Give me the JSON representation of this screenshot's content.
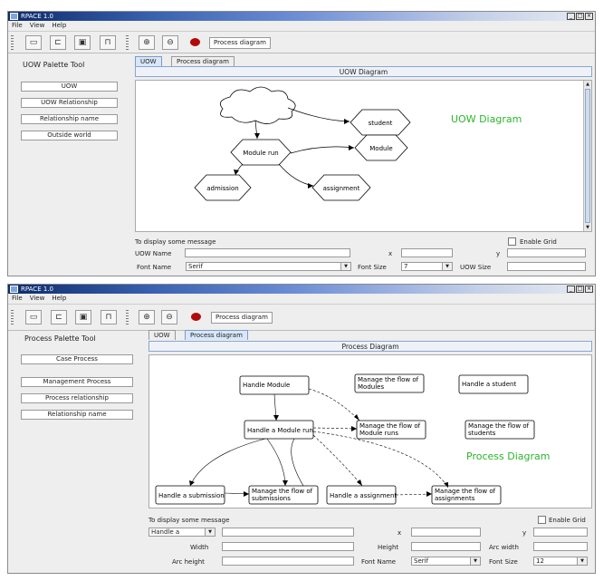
{
  "w1": {
    "title": "RPACE 1.0",
    "menu": [
      "File",
      "View",
      "Help"
    ],
    "toolbar": {
      "process_diagram_label": "Process diagram"
    },
    "palette": {
      "title": "UOW Palette Tool",
      "buttons": [
        "UOW",
        "UOW Relationship",
        "Relationship name",
        "Outside world"
      ]
    },
    "tabs": [
      "UOW",
      "Process diagram"
    ],
    "diagram_title": "UOW Diagram",
    "diagram_caption": "UOW Diagram",
    "nodes": {
      "student": "student",
      "module_run": "Module run",
      "module": "Module",
      "admission": "admission",
      "assignment": "assignment"
    },
    "status": "To display some message",
    "enable_grid": "Enable Grid",
    "uow_name_label": "UOW Name",
    "x_label": "x",
    "y_label": "y",
    "font_name_label": "Font Name",
    "font_name_value": "Serif",
    "font_size_label": "Font Size",
    "font_size_value": "7",
    "uow_size_label": "UOW Size"
  },
  "w2": {
    "title": "RPACE 1.0",
    "menu": [
      "File",
      "View",
      "Help"
    ],
    "toolbar": {
      "process_diagram_label": "Process diagram"
    },
    "palette": {
      "title": "Process Palette Tool",
      "buttons": [
        "Case Process",
        "Management Process",
        "Process relationship",
        "Relationship name"
      ]
    },
    "tabs": [
      "UOW",
      "Process diagram"
    ],
    "diagram_title": "Process Diagram",
    "diagram_caption": "Process Diagram",
    "nodes": {
      "handle_module": "Handle Module",
      "manage_modules": [
        "Manage the flow of",
        "Modules"
      ],
      "handle_student": "Handle a student",
      "handle_module_run": "Handle a Module run",
      "manage_module_runs": [
        "Manage the flow of",
        "Module runs"
      ],
      "manage_students": [
        "Manage the flow of",
        "students"
      ],
      "handle_submission": "Handle a submission",
      "manage_submissions": [
        "Manage the flow of",
        "submissions"
      ],
      "handle_assignment": "Handle a assignment",
      "manage_assignments": [
        "Manage the flow of",
        "assignments"
      ]
    },
    "status": "To display some message",
    "enable_grid": "Enable Grid",
    "combo_value": "Handle a",
    "x_label": "x",
    "y_label": "y",
    "width_label": "Width",
    "height_label": "Height",
    "arc_width_label": "Arc width",
    "arc_height_label": "Arc height",
    "font_name_label": "Font Name",
    "font_name_value": "Serif",
    "font_size_label": "Font Size",
    "font_size_value": "12"
  }
}
